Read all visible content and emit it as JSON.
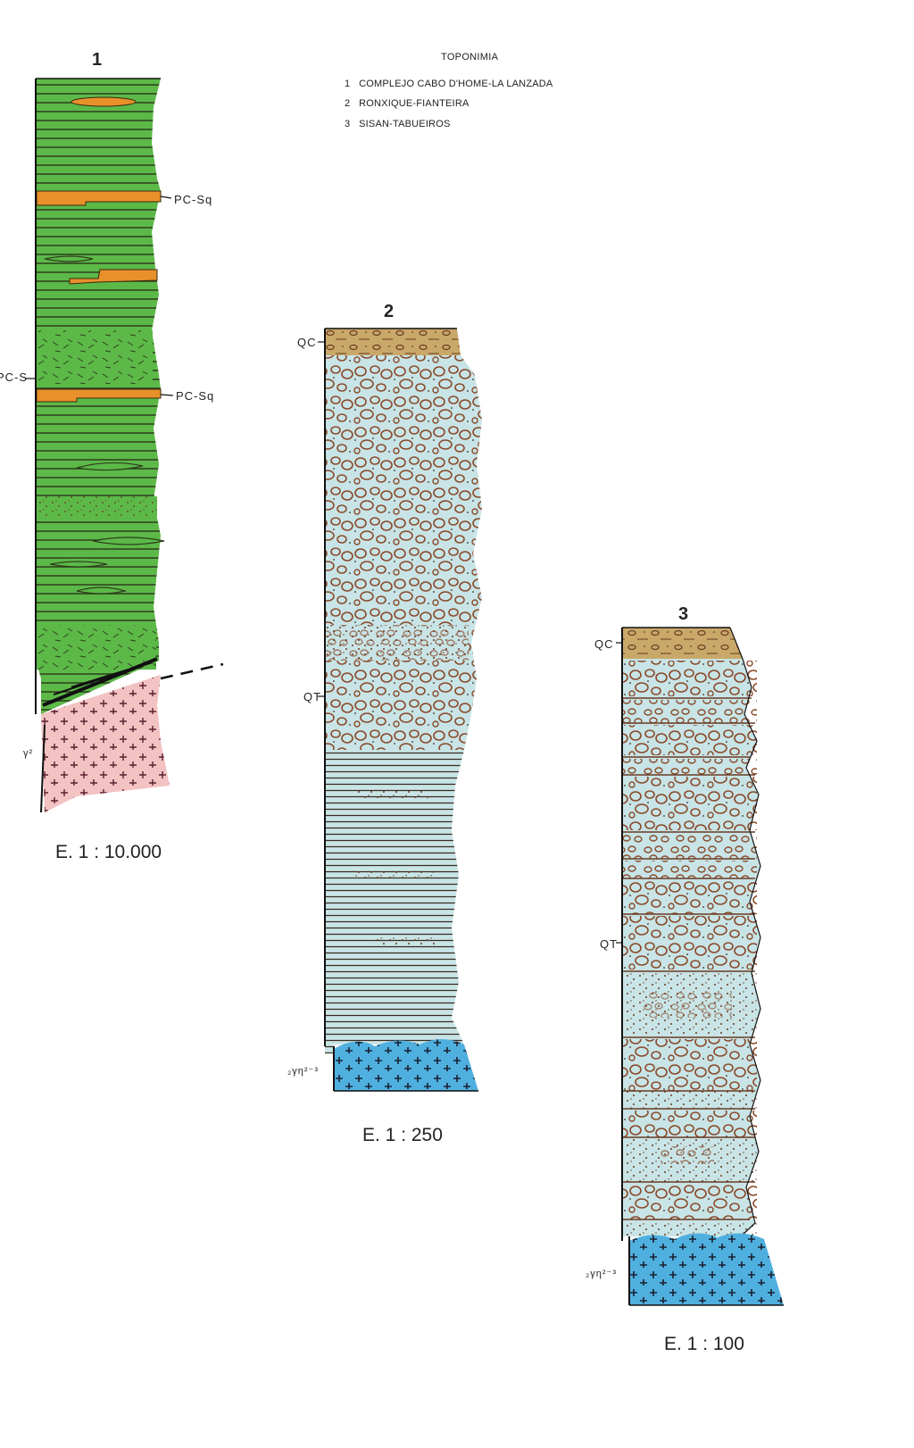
{
  "legend": {
    "title": "TOPONIMIA",
    "items": [
      {
        "num": "1",
        "label": "COMPLEJO CABO D'HOME-LA  LANZADA"
      },
      {
        "num": "2",
        "label": "RONXIQUE-FIANTEIRA"
      },
      {
        "num": "3",
        "label": "SISAN-TABUEIROS"
      }
    ]
  },
  "columns": [
    {
      "number": "1",
      "scale": "E. 1 : 10.000",
      "units": {
        "pc_sq_upper": "PC-Sq",
        "pc_s": "PC-S",
        "pc_sq_lower": "PC-Sq",
        "granite": "γ²"
      }
    },
    {
      "number": "2",
      "scale": "E. 1 : 250",
      "units": {
        "qc": "QC",
        "qt": "QT",
        "granite": "₂γη²⁻³"
      }
    },
    {
      "number": "3",
      "scale": "E. 1 : 100",
      "units": {
        "qc": "QC",
        "qt": "QT",
        "granite": "₂γη²⁻³"
      }
    }
  ],
  "colors": {
    "green": "#5cb948",
    "orange": "#e8902a",
    "pink": "#f3c2c2",
    "tan": "#c9a96a",
    "light_blue": "#c8e4e6",
    "blue": "#4fb0e0",
    "ink": "#3a2a20",
    "pebble": "#8a4a2a"
  }
}
